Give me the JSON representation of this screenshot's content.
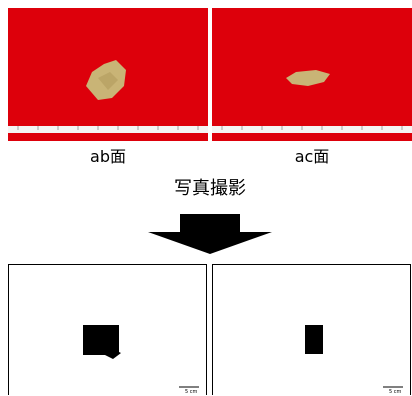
{
  "photos": [
    {
      "id": "ab",
      "caption": "ab面"
    },
    {
      "id": "ac",
      "caption": "ac面"
    }
  ],
  "process_label": "写真撮影",
  "panels": [
    {
      "id": "ab",
      "scale_label": "5 cm"
    },
    {
      "id": "ac",
      "scale_label": "5 cm"
    }
  ],
  "colors": {
    "background_cloth": "#e4000c",
    "stone": "#c9b476",
    "silhouette": "#000000"
  }
}
